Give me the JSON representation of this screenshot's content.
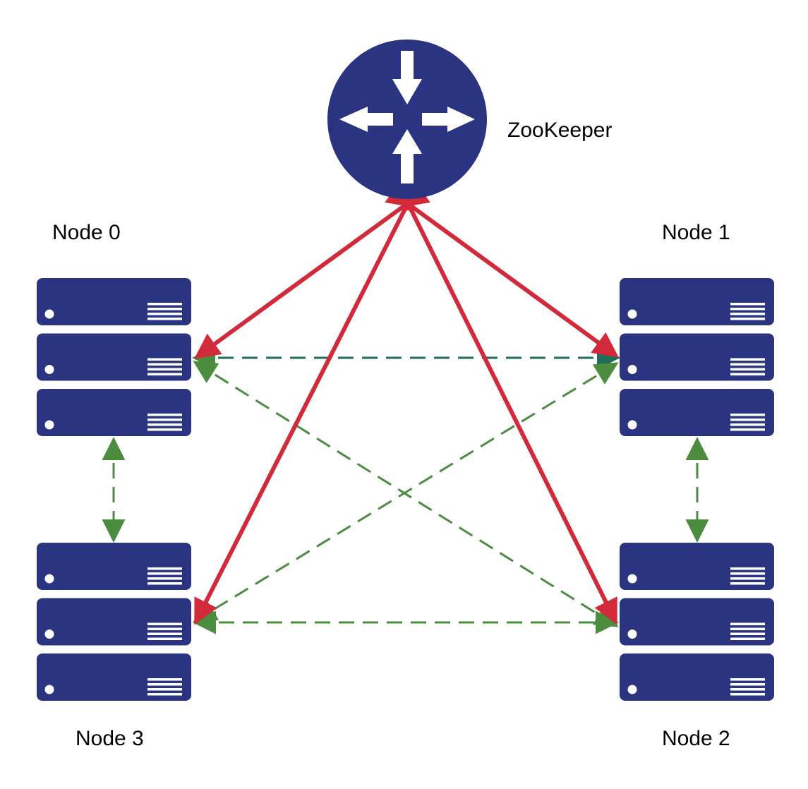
{
  "zookeeper": {
    "label": "ZooKeeper"
  },
  "nodes": [
    {
      "id": "node-0",
      "label": "Node 0"
    },
    {
      "id": "node-1",
      "label": "Node 1"
    },
    {
      "id": "node-2",
      "label": "Node 2"
    },
    {
      "id": "node-3",
      "label": "Node 3"
    }
  ],
  "colors": {
    "device": "#2b3480",
    "zk_link": "#d22a3a",
    "peer_link": "#4b8c3f",
    "peer_link_dark": "#1e6e5a",
    "label": "#000000"
  },
  "icons": {
    "zookeeper": "router-icon",
    "node": "server-rack-icon"
  },
  "connections": {
    "zookeeper_to_nodes": [
      "node-0",
      "node-1",
      "node-2",
      "node-3"
    ],
    "peer_links": [
      [
        "node-0",
        "node-1"
      ],
      [
        "node-0",
        "node-2"
      ],
      [
        "node-0",
        "node-3"
      ],
      [
        "node-1",
        "node-2"
      ],
      [
        "node-1",
        "node-3"
      ],
      [
        "node-3",
        "node-2"
      ]
    ]
  }
}
